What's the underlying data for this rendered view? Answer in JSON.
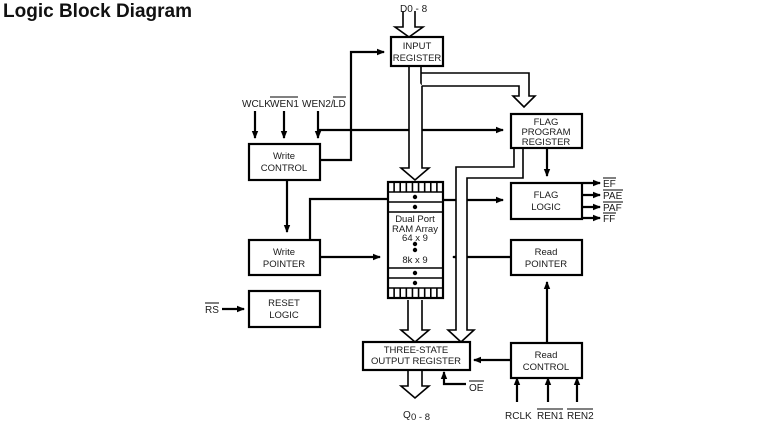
{
  "title": "Logic Block Diagram",
  "blocks": {
    "input_register": [
      "INPUT",
      "REGISTER"
    ],
    "write_control": [
      "Write",
      "CONTROL"
    ],
    "flag_program_register": [
      "FLAG",
      "PROGRAM",
      "REGISTER"
    ],
    "flag_logic": [
      "FLAG",
      "LOGIC"
    ],
    "ram_array": [
      "Dual Port",
      "RAM Array",
      "64 x 9",
      "8k x 9"
    ],
    "write_pointer": [
      "Write",
      "POINTER"
    ],
    "read_pointer": [
      "Read",
      "POINTER"
    ],
    "reset_logic": [
      "RESET",
      "LOGIC"
    ],
    "output_register": [
      "THREE-STATE",
      "OUTPUT REGISTER"
    ],
    "read_control": [
      "Read",
      "CONTROL"
    ]
  },
  "signals": {
    "data_in": "D0 - 8",
    "data_out_q": "Q",
    "data_out_sub": "0 - 8",
    "wclk": "WCLK",
    "wen1": "WEN1",
    "wen2": "WEN2/",
    "ld": "LD",
    "rs": "RS",
    "oe": "OE",
    "rclk": "RCLK",
    "ren1": "REN1",
    "ren2": "REN2",
    "flags": [
      "EF",
      "PAE",
      "PAF",
      "FF"
    ]
  }
}
